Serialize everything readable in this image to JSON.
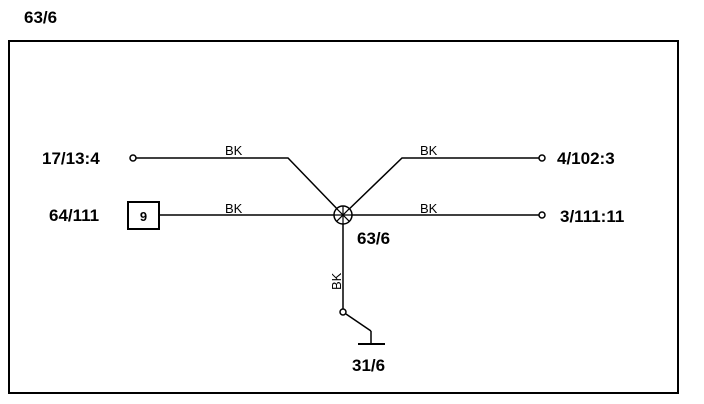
{
  "diagram": {
    "title": "63/6",
    "splice": {
      "label": "63/6"
    },
    "ground": {
      "label": "31/6"
    },
    "connectors": {
      "left_top": "17/13:4",
      "left_mid": "64/111",
      "left_mid_box": "9",
      "right_top": "4/102:3",
      "right_mid": "3/111:11"
    },
    "wires": {
      "left_top": "BK",
      "left_mid": "BK",
      "right_top": "BK",
      "right_mid": "BK",
      "down": "BK"
    },
    "colors": {
      "line": "#000000",
      "background": "#ffffff"
    }
  }
}
